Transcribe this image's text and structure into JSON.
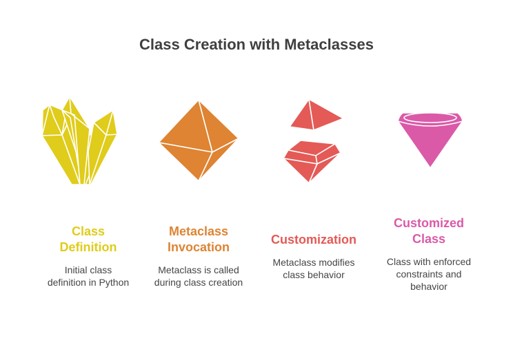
{
  "title": "Class Creation with Metaclasses",
  "colors": {
    "yellow": "#E0CC1A",
    "orange": "#DE8432",
    "red": "#E45A56",
    "pink": "#DA5AA8"
  },
  "steps": [
    {
      "icon": "crystal-cluster-icon",
      "title_lines": [
        "Class",
        "Definition"
      ],
      "desc_lines": [
        "Initial class",
        "definition in Python"
      ]
    },
    {
      "icon": "octahedron-icon",
      "title_lines": [
        "Metaclass",
        "Invocation"
      ],
      "desc_lines": [
        "Metaclass is called",
        "during class creation"
      ]
    },
    {
      "icon": "split-gem-icon",
      "title_lines": [
        "Customization"
      ],
      "desc_lines": [
        "Metaclass modifies",
        "class behavior"
      ]
    },
    {
      "icon": "diamond-icon",
      "title_lines": [
        "Customized",
        "Class"
      ],
      "desc_lines": [
        "Class with enforced",
        "constraints and",
        "behavior"
      ]
    }
  ]
}
